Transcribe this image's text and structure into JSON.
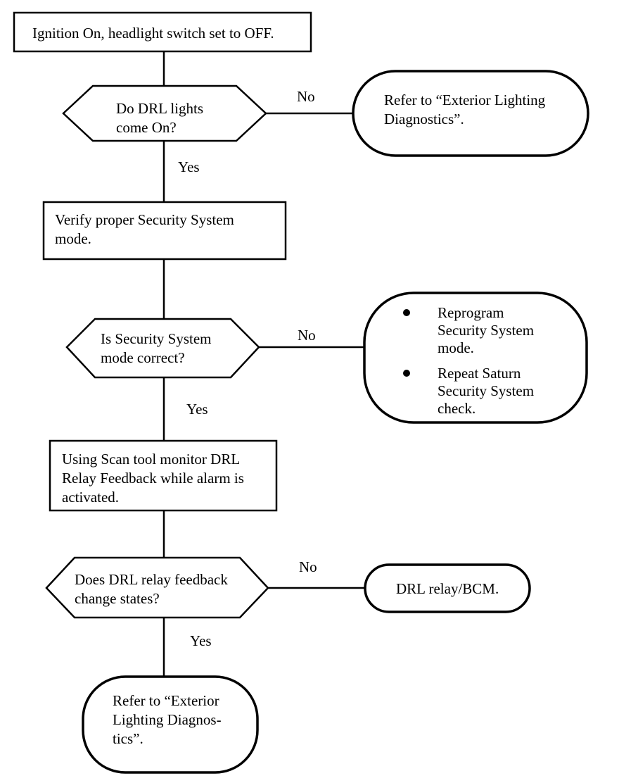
{
  "nodes": {
    "start": {
      "lines": [
        "Ignition On, headlight switch set to OFF."
      ]
    },
    "q_drl_on": {
      "lines": [
        "Do DRL lights",
        "come On?"
      ]
    },
    "ref_exterior_1": {
      "lines": [
        "Refer to “Exterior Lighting",
        "Diagnostics”."
      ]
    },
    "verify_security": {
      "lines": [
        "Verify  proper  Security  System",
        "mode."
      ]
    },
    "q_security_mode": {
      "lines": [
        "Is Security System",
        "mode correct?"
      ]
    },
    "reprogram": {
      "bullets": [
        {
          "lines": [
            "Reprogram",
            "Security System",
            "mode."
          ]
        },
        {
          "lines": [
            "Repeat Saturn",
            "Security System",
            "check."
          ]
        }
      ]
    },
    "scan_tool": {
      "lines": [
        "Using Scan tool monitor DRL",
        "Relay Feedback while alarm is",
        "activated."
      ]
    },
    "q_feedback": {
      "lines": [
        "Does DRL relay feedback",
        "change states?"
      ]
    },
    "drl_relay": {
      "lines": [
        "DRL relay/BCM."
      ]
    },
    "ref_exterior_2": {
      "lines": [
        "Refer to “Exterior",
        "Lighting Diagnos-",
        "tics”."
      ]
    }
  },
  "labels": {
    "no_1": "No",
    "yes_1": "Yes",
    "no_2": "No",
    "yes_2": "Yes",
    "no_3": "No",
    "yes_3": "Yes"
  }
}
